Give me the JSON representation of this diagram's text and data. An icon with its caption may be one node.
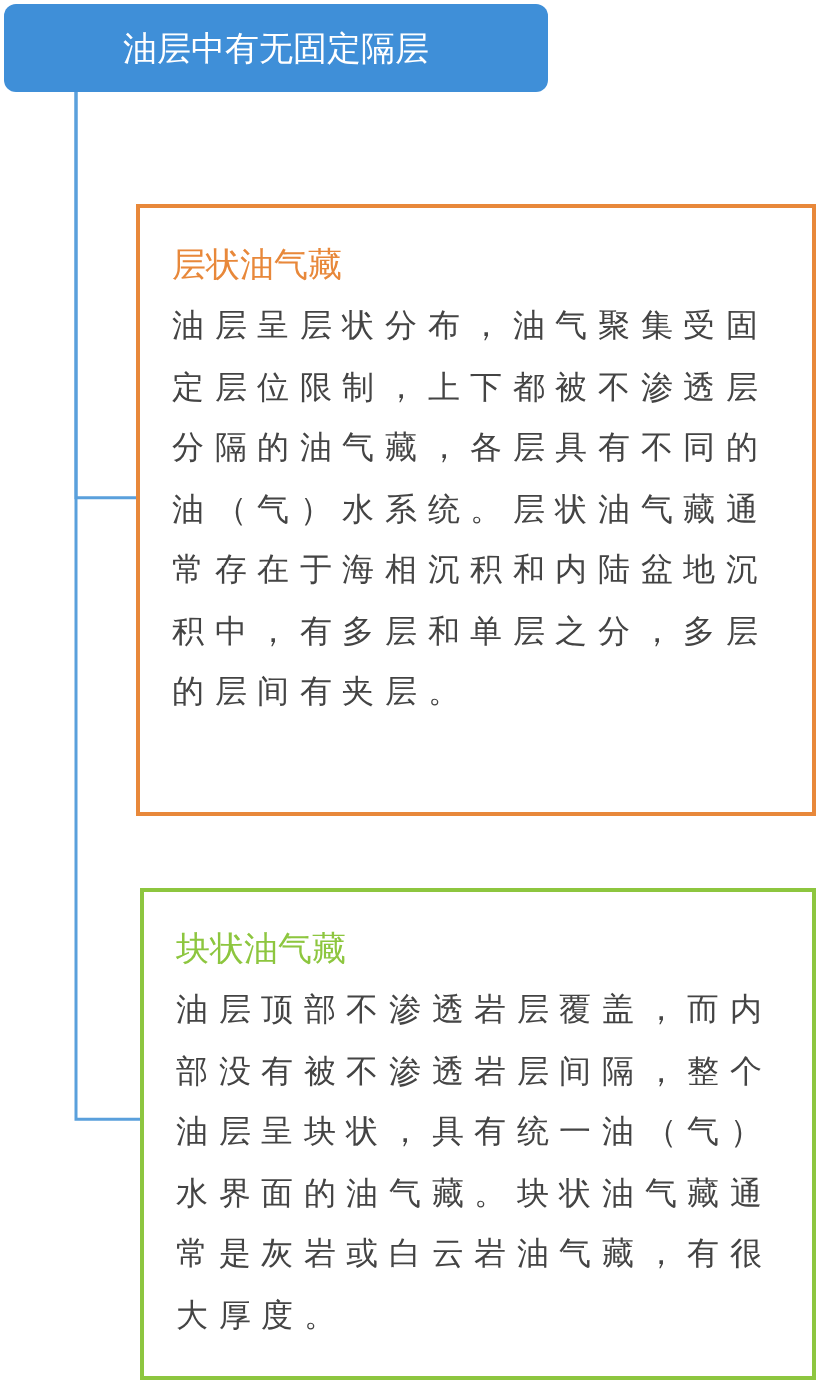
{
  "diagram": {
    "nodes": [
      {
        "text": [
          "油层中有无固定隔层"
        ]
      },
      {
        "text": [
          "层状油气藏",
          "油层呈层状分布，油气聚集受固定层位限制，上下都被不渗透层分隔的油气藏，各层具有不同的油（气）水系统。层状油气藏通常存在于海相沉积和内陆盆地沉积中，有多层和单层之分，多层的层间有夹层。"
        ]
      },
      {
        "text": [
          "块状油气藏",
          "油层顶部不渗透岩层覆盖，而内部没有被不渗透岩层间隔，整个油层呈块状，具有统一油（气）水界面的油气藏。块状油气藏通常是灰岩或白云岩油气藏，有很大厚度。"
        ]
      }
    ],
    "edges": [
      {
        "from": 0,
        "to": 1,
        "arrow": "none"
      },
      {
        "from": 0,
        "to": 2,
        "arrow": "none"
      }
    ]
  }
}
